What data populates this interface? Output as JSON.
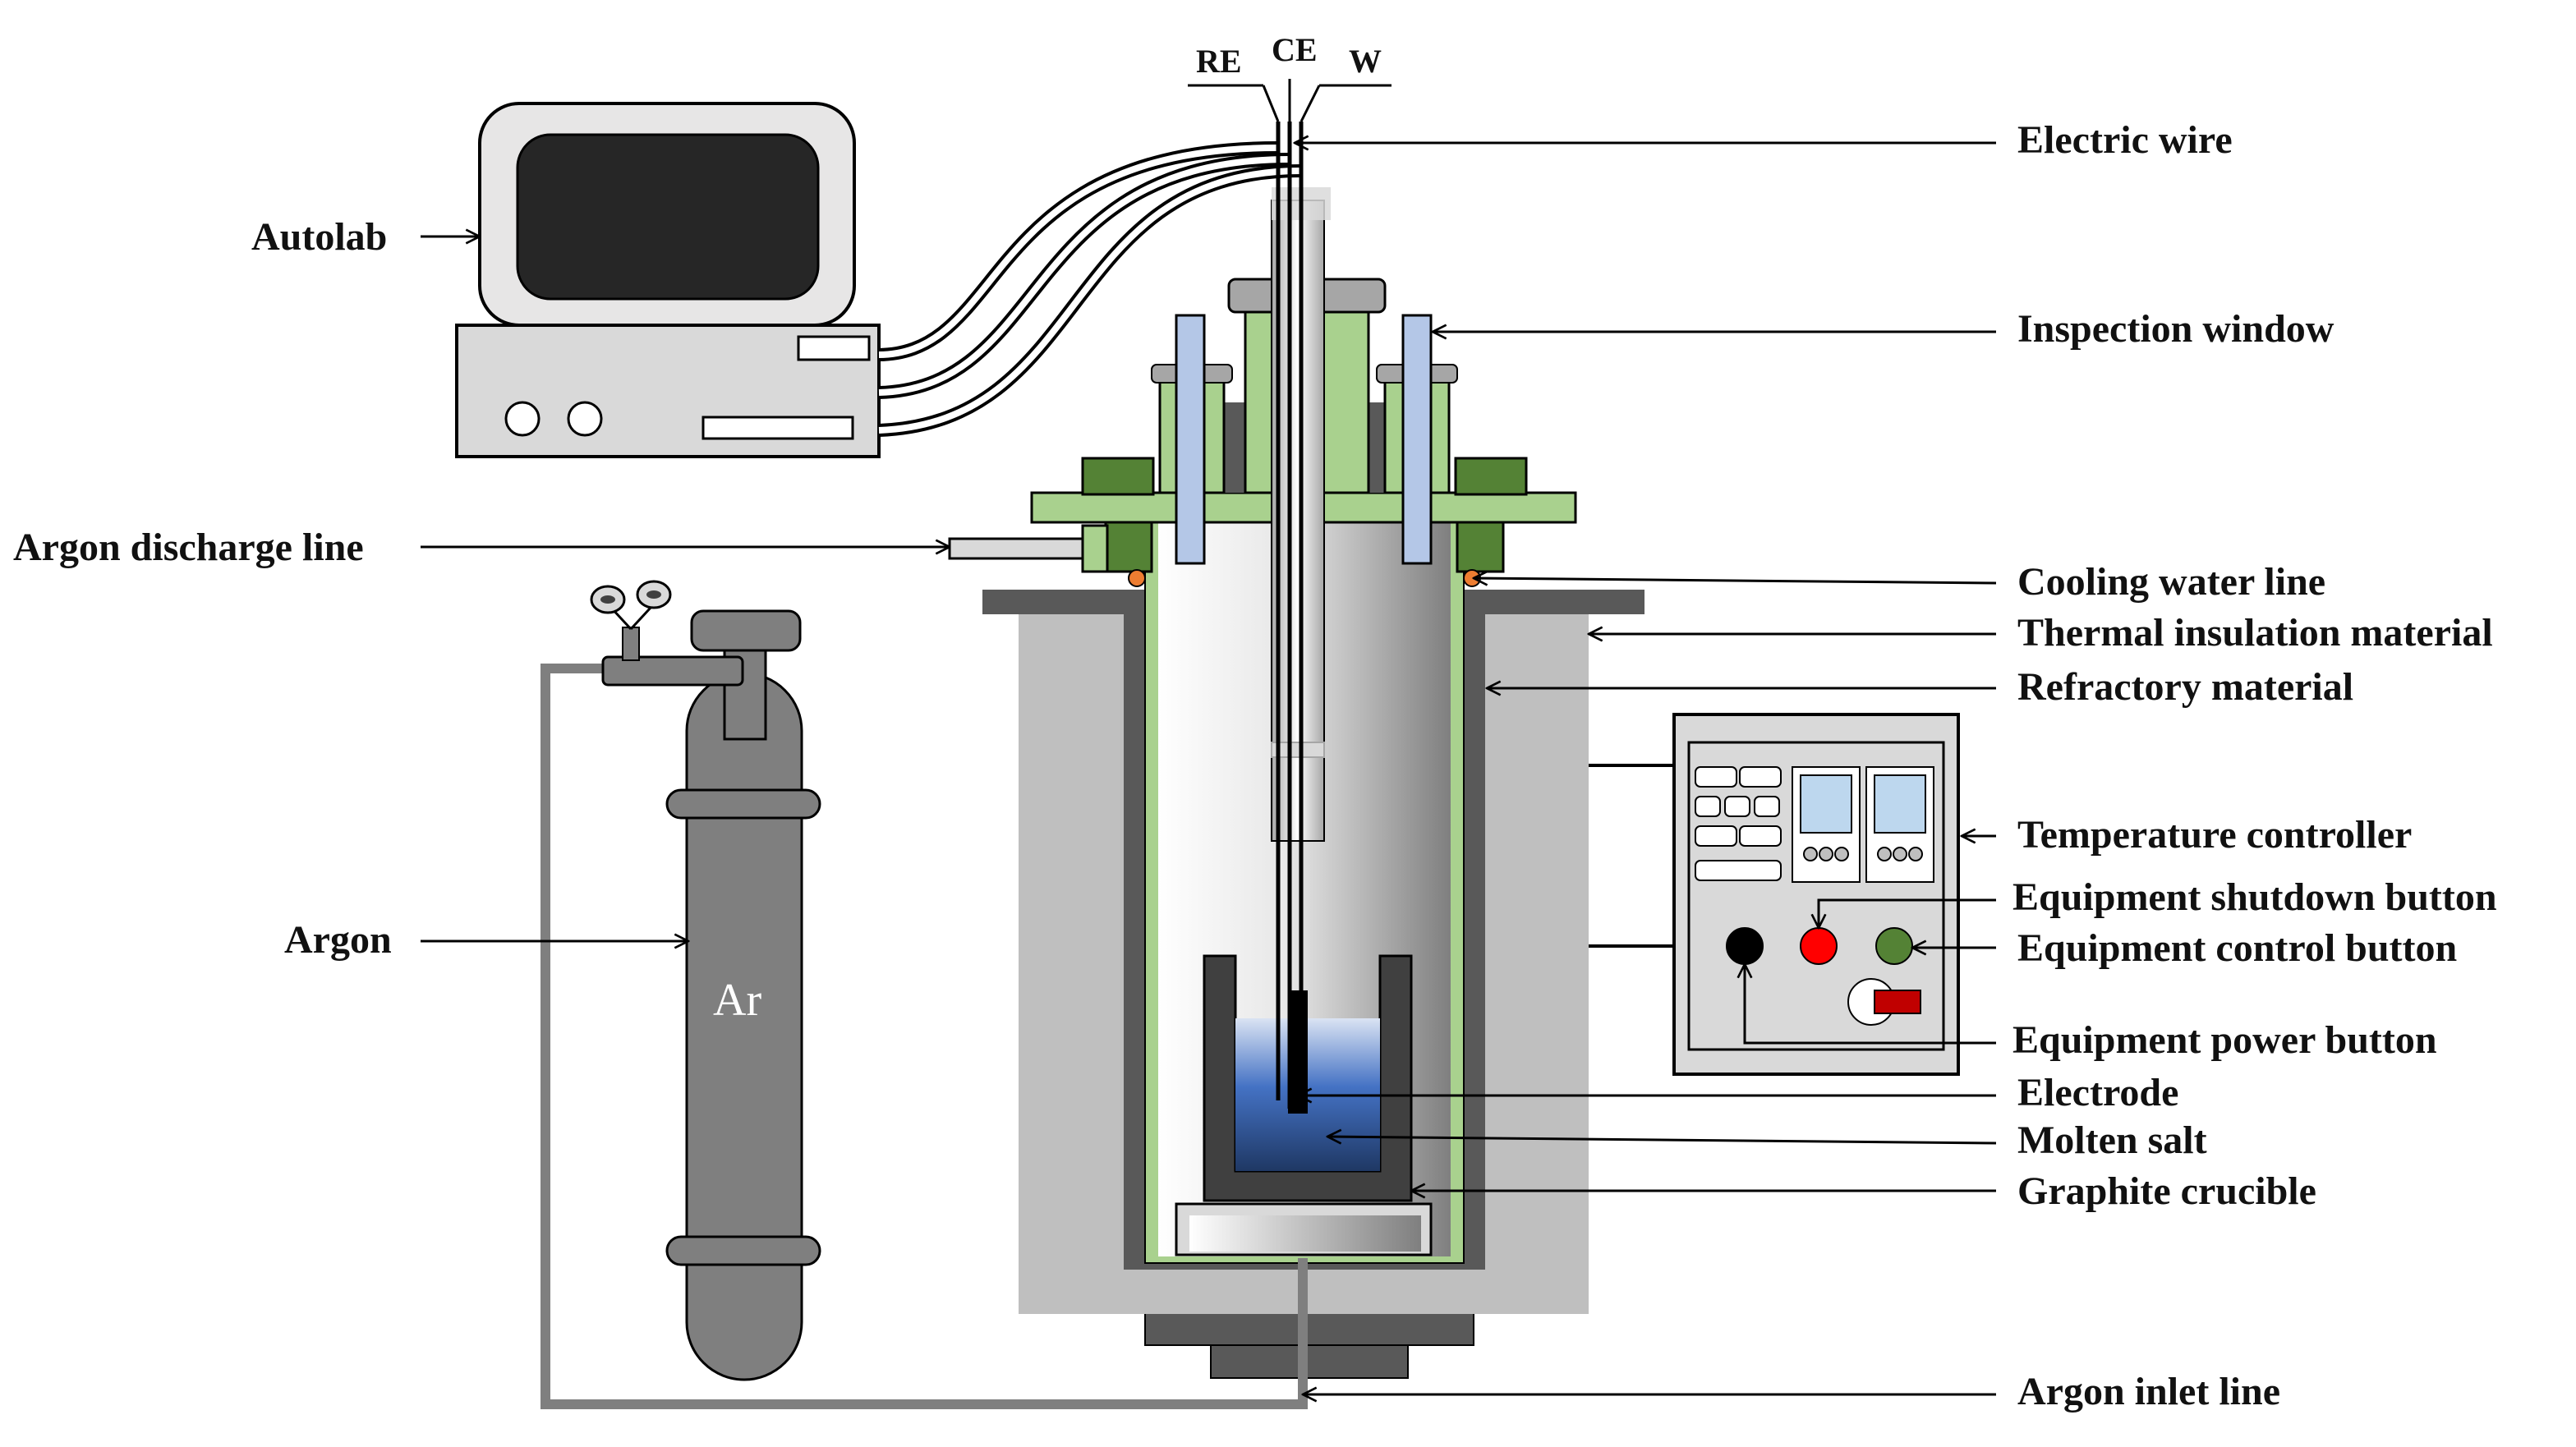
{
  "labels": {
    "autolab": "Autolab",
    "argon_discharge_line": "Argon discharge line",
    "argon": "Argon",
    "ar_symbol": "Ar",
    "electric_wire": "Electric wire",
    "inspection_window": "Inspection window",
    "cooling_water_line": "Cooling water line",
    "thermal_insulation_material": "Thermal insulation material",
    "refractory_material": "Refractory material",
    "temperature_controller": "Temperature controller",
    "equipment_shutdown_button": "Equipment shutdown button",
    "equipment_control_button": "Equipment control button",
    "equipment_power_button": "Equipment power button",
    "electrode": "Electrode",
    "molten_salt": "Molten salt",
    "graphite_crucible": "Graphite crucible",
    "argon_inlet_line": "Argon inlet line"
  },
  "electrodes": {
    "re": "RE",
    "ce": "CE",
    "w": "W"
  },
  "colors": {
    "furnace_green": "#a9d18e",
    "dark_green": "#548235",
    "window_blue": "#b4c7e7",
    "insulation_gray": "#bfbfbf",
    "refractory_dark": "#595959",
    "cylinder_gray": "#7f7f7f",
    "molten_salt_blue": "#2f5597",
    "shutdown_red": "#ff0000",
    "control_green": "#548235",
    "power_black": "#000000",
    "cooling_orange": "#ed7d31"
  }
}
